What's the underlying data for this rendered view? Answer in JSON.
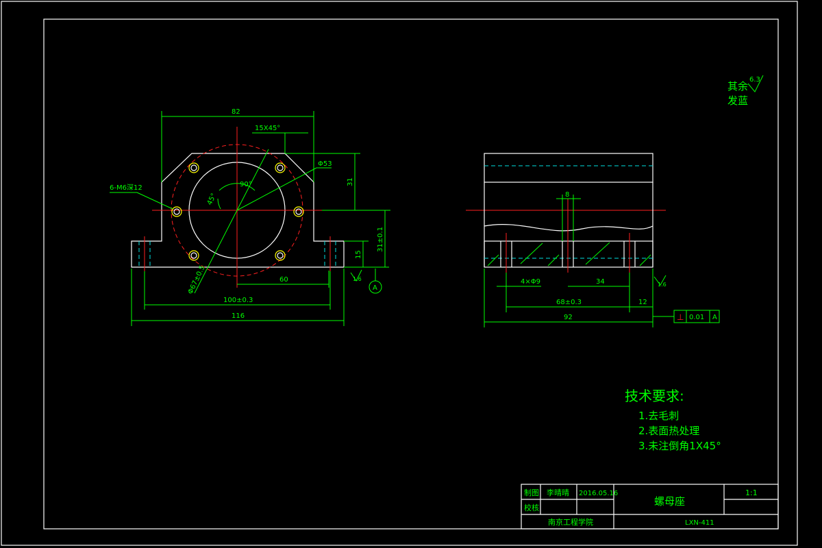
{
  "colors": {
    "background": "#000000",
    "outline": "#ffffff",
    "dimension": "#00ff00",
    "centerline": "#ff2020",
    "hidden": "#00e0e0",
    "hole": "#ffff00"
  },
  "front_view": {
    "dim_top_width": "82",
    "dim_chamfer": "15X45°",
    "dim_diameter_large": "Φ53",
    "dim_height_31": "31",
    "dim_holes": "6-M6深12",
    "dim_angle_90": "90°",
    "dim_angle_45": "45°",
    "dim_pcd": "Φ67±0.5",
    "dim_60": "60",
    "dim_100": "100±0.3",
    "dim_116": "116",
    "dim_15": "15",
    "dim_31_tol": "31±0.1",
    "roughness_left": "1.6",
    "datum_label": "A"
  },
  "side_view": {
    "dim_8": "8",
    "dim_4x9": "4×Φ9",
    "dim_34": "34",
    "dim_68": "68±0.3",
    "dim_12": "12",
    "dim_92": "92",
    "roughness_right": "1.6",
    "tolerance_symbol": "⊥",
    "tolerance_value": "0.01",
    "tolerance_datum": "A"
  },
  "surface_note": {
    "line1": "其余",
    "line2": "发蓝",
    "roughness": "6.3"
  },
  "tech_requirements": {
    "title": "技术要求:",
    "items": [
      "1.去毛刺",
      "2.表面热处理",
      "3.未注倒角1X45°"
    ]
  },
  "title_block": {
    "drawn_label": "制图",
    "drawn_by": "李晴晴",
    "date": "2016.05.16",
    "check_label": "校核",
    "part_name": "螺母座",
    "scale": "1:1",
    "school": "南京工程学院",
    "drawing_no": "LXN-411"
  }
}
